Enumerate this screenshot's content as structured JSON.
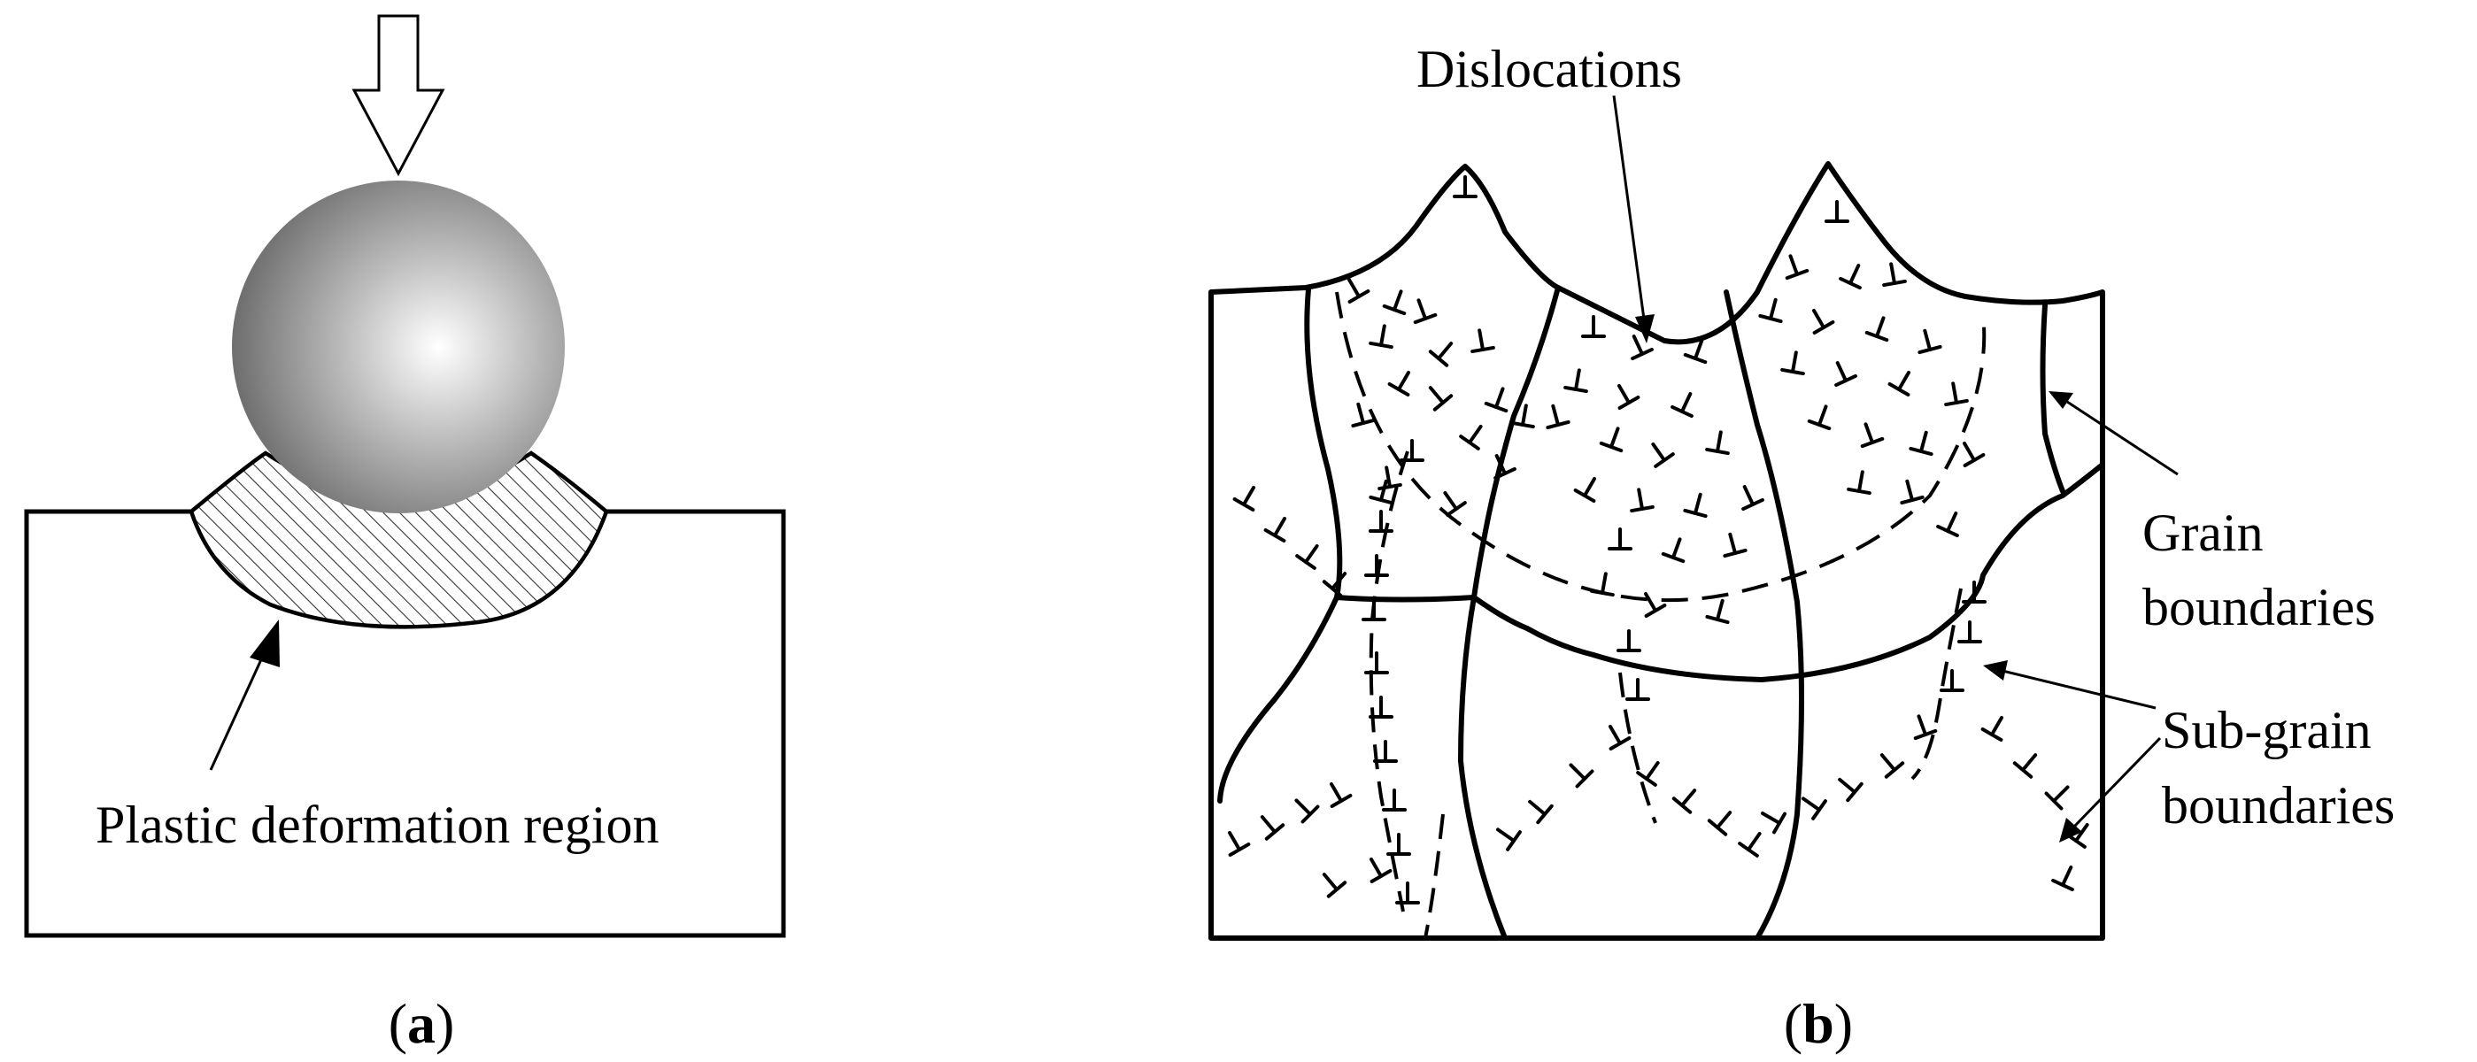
{
  "panel_a": {
    "label": "Plastic deformation region",
    "caption": {
      "open": "(",
      "letter": "a",
      "close": ")"
    }
  },
  "panel_b": {
    "labels": {
      "dislocations": "Dislocations",
      "grain_1": "Grain",
      "grain_2": "boundaries",
      "subgrain_1": "Sub-grain",
      "subgrain_2": "boundaries"
    },
    "caption": {
      "open": "(",
      "letter": "b",
      "close": ")"
    }
  }
}
